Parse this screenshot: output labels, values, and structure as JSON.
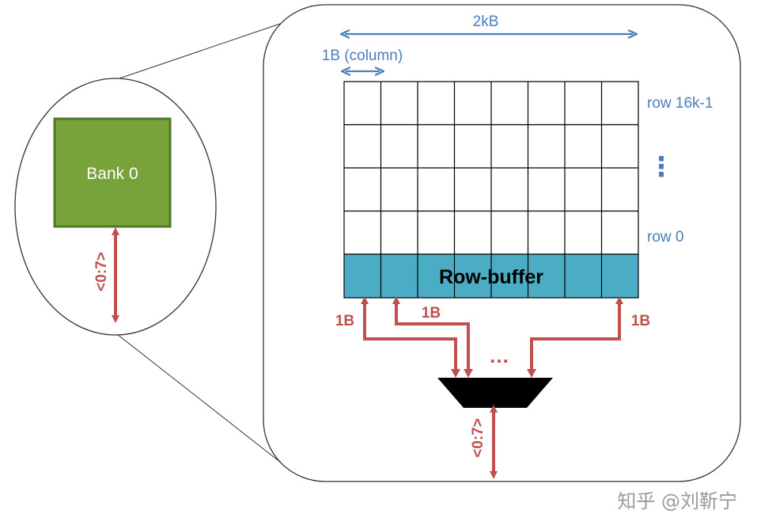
{
  "bank": {
    "label": "Bank 0"
  },
  "bank_bus": {
    "label": "<0:7>"
  },
  "array": {
    "width_label": "2kB",
    "column_label": "1B (column)",
    "row_top_label": "row 16k-1",
    "row_ellipsis": "⋮",
    "row_bottom_label": "row 0",
    "columns": 8,
    "rows": 4
  },
  "row_buffer": {
    "label": "Row-buffer"
  },
  "mux": {
    "input_left_label": "1B",
    "input_mid_label": "1B",
    "input_right_label": "1B",
    "ellipsis": "…",
    "output_label": "<0:7>"
  },
  "watermark": "知乎 @刘靳宁",
  "colors": {
    "bank_fill": "#77a33a",
    "bank_border": "#4f7a24",
    "row_buffer_fill": "#4bacc6",
    "arrow_red": "#c0504d",
    "label_blue": "#4a7ebb"
  }
}
